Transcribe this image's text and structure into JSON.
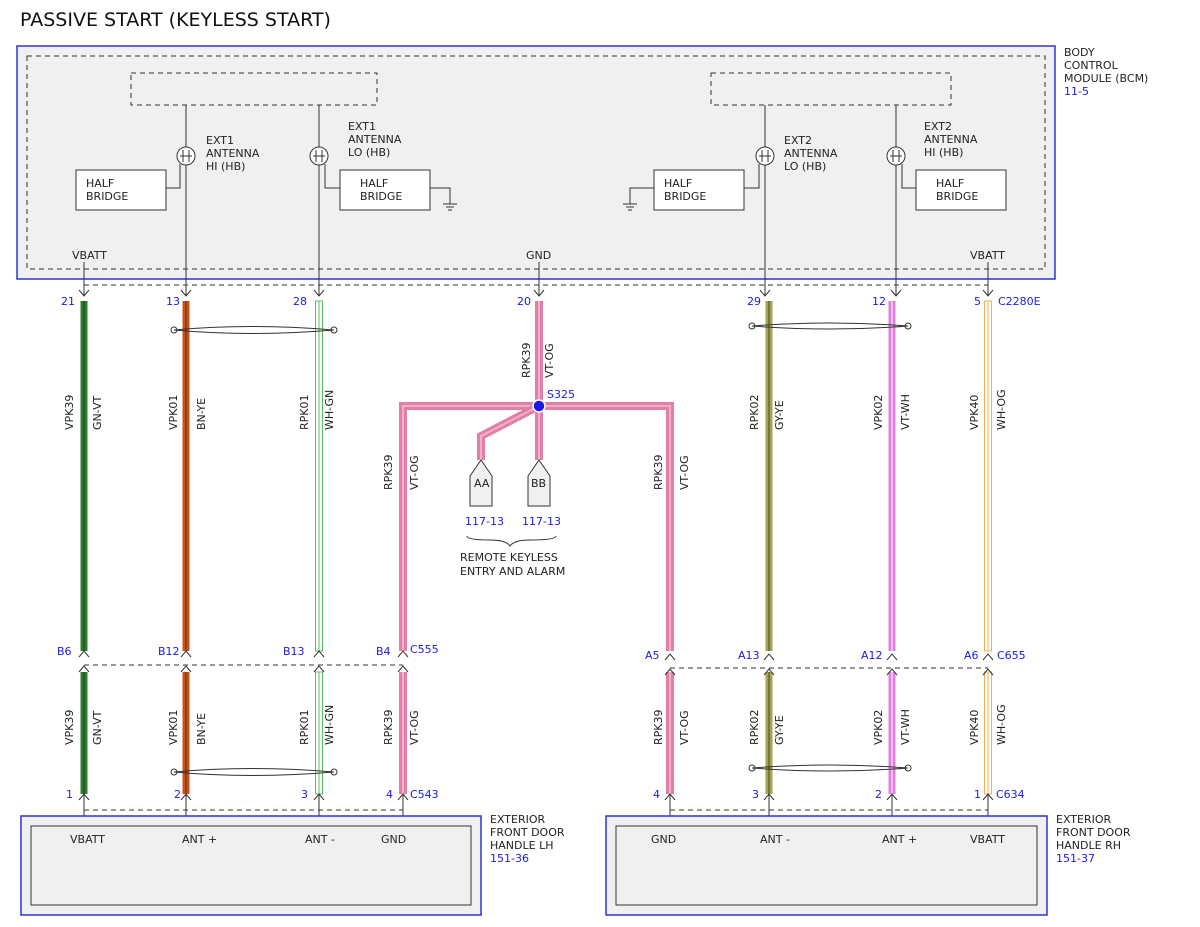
{
  "title": "PASSIVE START (KEYLESS START)",
  "colors": {
    "module_border": "#3333cc",
    "link": "#1a1ae6",
    "text": "#222222"
  },
  "bcm": {
    "name_lines": [
      "BODY",
      "CONTROL",
      "MODULE (BCM)"
    ],
    "ref": "11-5",
    "antennas": [
      {
        "name_lines": [
          "EXT1",
          "ANTENNA",
          "HI (HB)"
        ],
        "bridge_lines": [
          "HALF",
          "BRIDGE"
        ]
      },
      {
        "name_lines": [
          "EXT1",
          "ANTENNA",
          "LO (HB)"
        ],
        "bridge_lines": [
          "HALF",
          "BRIDGE"
        ]
      },
      {
        "name_lines": [
          "EXT2",
          "ANTENNA",
          "LO (HB)"
        ],
        "bridge_lines": [
          "HALF",
          "BRIDGE"
        ]
      },
      {
        "name_lines": [
          "EXT2",
          "ANTENNA",
          "HI (HB)"
        ],
        "bridge_lines": [
          "HALF",
          "BRIDGE"
        ]
      }
    ],
    "pin_labels": [
      "VBATT",
      "GND",
      "VBATT"
    ],
    "connector": "C2280E"
  },
  "wires": [
    {
      "bcm_pin": "21",
      "circuit": "VPK39",
      "color_code": "GN-VT",
      "stroke": "#2f7d2f",
      "door_pin_upper": "B6",
      "circuit_lower": "VPK39",
      "color_lower": "GN-VT",
      "door_pin": "1"
    },
    {
      "bcm_pin": "13",
      "circuit": "VPK01",
      "color_code": "BN-YE",
      "stroke": "#c8531a",
      "door_pin_upper": "B12",
      "circuit_lower": "VPK01",
      "color_lower": "BN-YE",
      "door_pin": "2"
    },
    {
      "bcm_pin": "28",
      "circuit": "RPK01",
      "color_code": "WH-GN",
      "stroke": "#8fd18f",
      "door_pin_upper": "B13",
      "circuit_lower": "RPK01",
      "color_lower": "WH-GN",
      "door_pin": "3"
    },
    {
      "bcm_pin": "29",
      "circuit": "RPK02",
      "color_code": "GY-YE",
      "stroke": "#a3a353",
      "door_pin_upper": "A13",
      "circuit_lower": "RPK02",
      "color_lower": "GY-YE",
      "door_pin": "3"
    },
    {
      "bcm_pin": "12",
      "circuit": "VPK02",
      "color_code": "VT-WH",
      "stroke": "#e07fe0",
      "door_pin_upper": "A12",
      "circuit_lower": "VPK02",
      "color_lower": "VT-WH",
      "door_pin": "2"
    },
    {
      "bcm_pin": "5",
      "circuit": "VPK40",
      "color_code": "WH-OG",
      "stroke": "#f2c77f",
      "door_pin_upper": "A6",
      "circuit_lower": "VPK40",
      "color_lower": "WH-OG",
      "door_pin": "1"
    }
  ],
  "ground": {
    "bcm_pin": "20",
    "circuit": "RPK39",
    "color_code": "VT-OG",
    "stroke": "#ee88b0",
    "splice": "S325",
    "left_branch": {
      "circuit": "RPK39",
      "color_code": "VT-OG",
      "pin_upper": "B4",
      "connector_upper": "C555",
      "circuit_lower": "RPK39",
      "color_lower": "VT-OG",
      "door_pin": "4",
      "door_connector": "C543"
    },
    "right_branch": {
      "circuit": "RPK39",
      "color_code": "VT-OG",
      "pin_upper": "A5",
      "circuit_lower": "RPK39",
      "color_lower": "VT-OG",
      "door_pin": "4"
    },
    "stubs": [
      {
        "label": "AA",
        "ref": "117-13"
      },
      {
        "label": "BB",
        "ref": "117-13"
      }
    ],
    "stub_caption": [
      "REMOTE KEYLESS",
      "ENTRY AND ALARM"
    ]
  },
  "inline_connectors": {
    "left": "C555",
    "right": "C655"
  },
  "door_lh": {
    "name_lines": [
      "EXTERIOR",
      "FRONT DOOR",
      "HANDLE LH"
    ],
    "ref": "151-36",
    "connector": "C543",
    "pin_labels": [
      "VBATT",
      "ANT +",
      "ANT -",
      "GND"
    ]
  },
  "door_rh": {
    "name_lines": [
      "EXTERIOR",
      "FRONT DOOR",
      "HANDLE RH"
    ],
    "ref": "151-37",
    "connector": "C634",
    "pin_labels": [
      "GND",
      "ANT -",
      "ANT +",
      "VBATT"
    ]
  }
}
